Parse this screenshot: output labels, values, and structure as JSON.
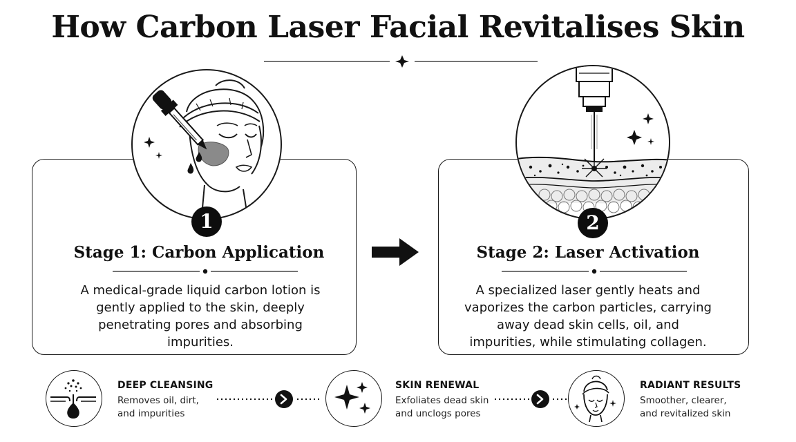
{
  "title": "How Carbon Laser Facial Revitalises Skin",
  "stages": [
    {
      "number": "1",
      "title": "Stage 1: Carbon Application",
      "description": "A medical-grade liquid carbon lotion is gently applied to the skin, deeply penetrating pores and absorbing impurities."
    },
    {
      "number": "2",
      "title": "Stage 2: Laser Activation",
      "description": "A specialized laser gently heats and vaporizes the carbon particles, carrying away dead skin cells, oil, and impurities, while stimulating collagen."
    }
  ],
  "benefits": [
    {
      "title": "DEEP CLEANSING",
      "line1": "Removes oil, dirt,",
      "line2": "and impurities",
      "icon": "pore-cleansing-icon"
    },
    {
      "title": "SKIN RENEWAL",
      "line1": "Exfoliates dead skin",
      "line2": "and unclogs pores",
      "icon": "sparkles-icon"
    },
    {
      "title": "RADIANT RESULTS",
      "line1": "Smoother, clearer,",
      "line2": "and revitalized skin",
      "icon": "glowing-face-icon"
    }
  ],
  "colors": {
    "ink": "#111111",
    "background": "#ffffff",
    "carbon": "#8a8a8a"
  }
}
